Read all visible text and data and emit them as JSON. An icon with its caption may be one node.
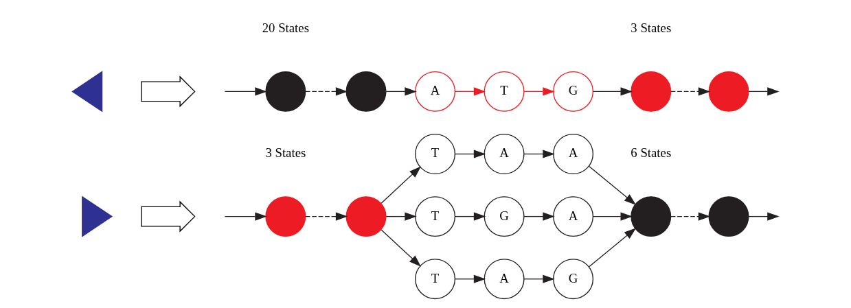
{
  "diagram": {
    "nodes": [
      {
        "text": [],
        "shape": "triangle"
      },
      {
        "text": [],
        "shape": "arrow"
      },
      {
        "text": [],
        "shape": "circle"
      },
      {
        "text": [],
        "shape": "circle"
      },
      {
        "text": [
          "A"
        ]
      },
      {
        "text": [
          "T"
        ]
      },
      {
        "text": [
          "G"
        ]
      },
      {
        "text": [],
        "shape": "circle"
      },
      {
        "text": [],
        "shape": "circle"
      },
      {
        "text": [],
        "shape": "triangle"
      },
      {
        "text": [],
        "shape": "arrow"
      },
      {
        "text": [],
        "shape": "circle"
      },
      {
        "text": [],
        "shape": "circle"
      },
      {
        "text": [
          "T"
        ]
      },
      {
        "text": [
          "A"
        ]
      },
      {
        "text": [
          "A"
        ]
      },
      {
        "text": [
          "T"
        ]
      },
      {
        "text": [
          "G"
        ]
      },
      {
        "text": [
          "A"
        ]
      },
      {
        "text": [
          "T"
        ]
      },
      {
        "text": [
          "A"
        ]
      },
      {
        "text": [
          "G"
        ]
      },
      {
        "text": [],
        "shape": "circle"
      },
      {
        "text": [],
        "shape": "circle"
      }
    ],
    "edges": [
      {
        "from": null,
        "to": 2,
        "arrow": "to"
      },
      {
        "from": 2,
        "to": 3,
        "arrow": "to",
        "style": "dashed"
      },
      {
        "from": 3,
        "to": 4,
        "arrow": "to"
      },
      {
        "from": 4,
        "to": 5,
        "arrow": "to",
        "color": "#ed1c24"
      },
      {
        "from": 5,
        "to": 6,
        "arrow": "to",
        "color": "#ed1c24"
      },
      {
        "from": 6,
        "to": 7,
        "arrow": "to"
      },
      {
        "from": 7,
        "to": 8,
        "arrow": "to",
        "style": "dashed"
      },
      {
        "from": 8,
        "to": null,
        "arrow": "to"
      },
      {
        "from": null,
        "to": 11,
        "arrow": "to"
      },
      {
        "from": 11,
        "to": 12,
        "arrow": "to",
        "style": "dashed"
      },
      {
        "from": 12,
        "to": 13,
        "arrow": "to"
      },
      {
        "from": 12,
        "to": 16,
        "arrow": "to"
      },
      {
        "from": 12,
        "to": 19,
        "arrow": "to"
      },
      {
        "from": 13,
        "to": 14,
        "arrow": "to"
      },
      {
        "from": 14,
        "to": 15,
        "arrow": "to"
      },
      {
        "from": 16,
        "to": 17,
        "arrow": "to"
      },
      {
        "from": 17,
        "to": 18,
        "arrow": "to"
      },
      {
        "from": 19,
        "to": 20,
        "arrow": "to"
      },
      {
        "from": 20,
        "to": 21,
        "arrow": "to"
      },
      {
        "from": 15,
        "to": 22,
        "arrow": "to"
      },
      {
        "from": 18,
        "to": 22,
        "arrow": "to"
      },
      {
        "from": 21,
        "to": 22,
        "arrow": "to"
      },
      {
        "from": 22,
        "to": 23,
        "arrow": "to",
        "style": "dashed"
      },
      {
        "from": 23,
        "to": null,
        "arrow": "to"
      }
    ],
    "labels": [
      "20 States",
      "3 States",
      "3 States",
      "6 States"
    ]
  }
}
